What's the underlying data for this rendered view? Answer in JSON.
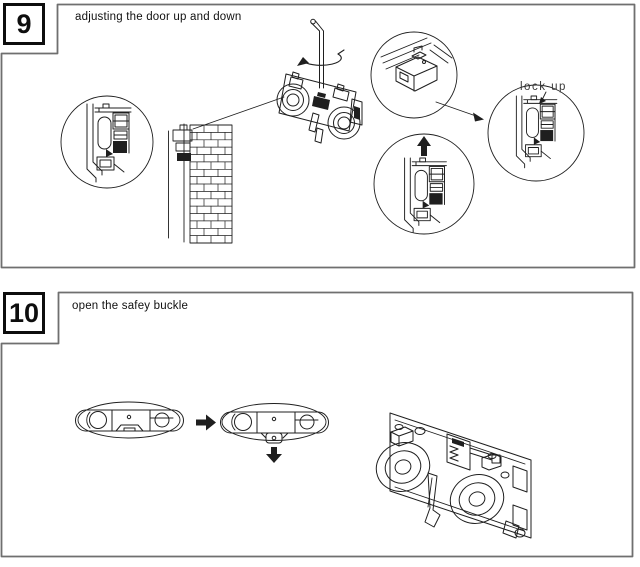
{
  "document": {
    "kind": "assembly-instruction-sheet",
    "language": "en"
  },
  "colors": {
    "paper": "#ffffff",
    "ink": "#1f1f1f",
    "frame_border": "#6f6f6f",
    "number_box_border": "#0d0d0d",
    "lock_up_text": "#3a3a3a"
  },
  "step9": {
    "number": "9",
    "title": "adjusting the door up and down",
    "lock_up_label": "lock up",
    "figures": [
      "track-cross-section-detail-circle",
      "wall-with-bricks-and-guide",
      "roller-carriage-with-hex-key",
      "adjuster-block-detail-circle",
      "lift-up-detail-circle",
      "lock-up-detail-circle"
    ],
    "icons": [
      "rotate-arrow-icon",
      "up-arrow-icon",
      "pointer-arrow-icon"
    ]
  },
  "step10": {
    "number": "10",
    "title": "open the safey buckle",
    "figures": [
      "buckle-closed-ellipse",
      "buckle-open-ellipse",
      "roller-carriage-isometric"
    ],
    "icons": [
      "right-arrow-icon",
      "down-arrow-icon"
    ]
  }
}
